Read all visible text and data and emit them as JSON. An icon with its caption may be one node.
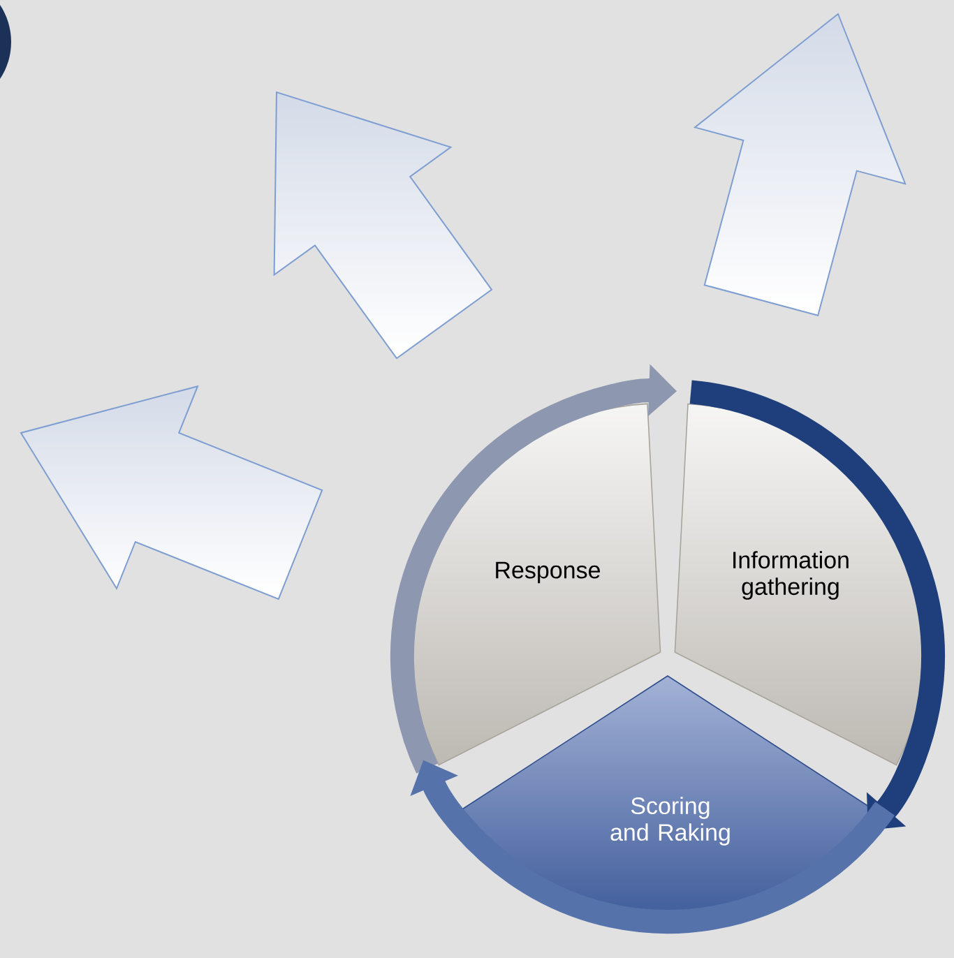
{
  "diagram": {
    "nodes": [
      {
        "text": [
          "Response"
        ]
      },
      {
        "text": [
          "Information gathering"
        ]
      },
      {
        "text": [
          "Scoring and Raking"
        ]
      }
    ],
    "edges": [
      {
        "from": 0,
        "to": 1,
        "arrow": "to",
        "color": "#8d98b0"
      },
      {
        "from": 1,
        "to": 2,
        "arrow": "to",
        "color": "#1e3f7c"
      },
      {
        "from": 2,
        "to": 0,
        "arrow": "to",
        "color": "#5672aa"
      }
    ]
  }
}
